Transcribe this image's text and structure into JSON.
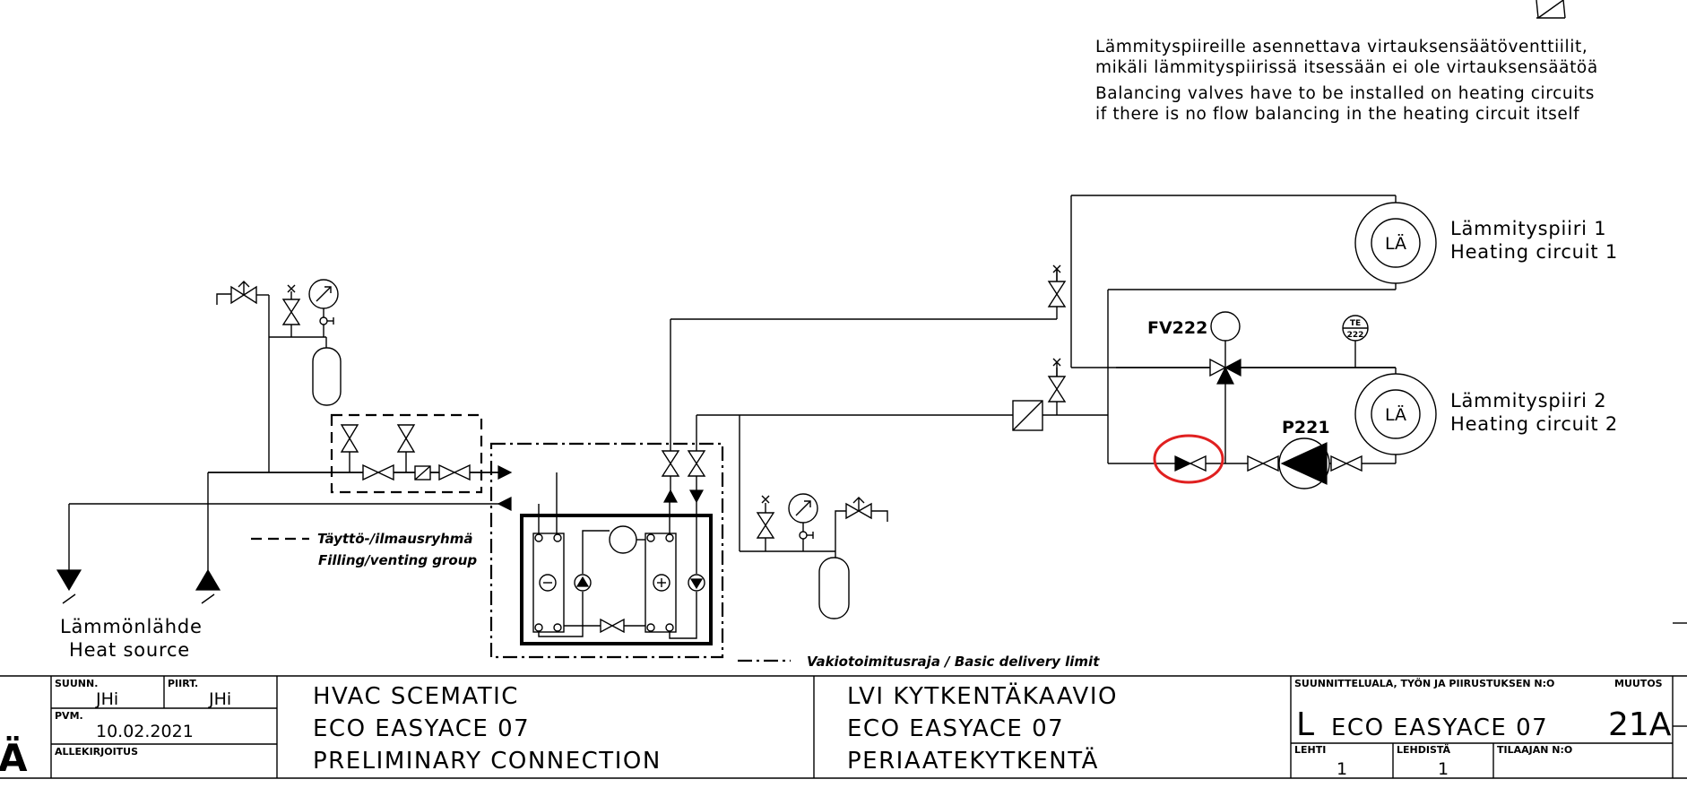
{
  "notes": {
    "fi_line1": "Lämmityspiireille asennettava virtauksensäätöventtiilit,",
    "fi_line2": "mikäli lämmityspiirissä itsessään ei ole virtauksensäätöä",
    "en_line1": "Balancing valves have to be installed on heating circuits",
    "en_line2": "if there is no flow balancing in the heating circuit itself"
  },
  "circuits": {
    "c1_symbol": "LÄ",
    "c1_fi": "Lämmityspiiri 1",
    "c1_en": "Heating circuit 1",
    "c2_symbol": "LÄ",
    "c2_fi": "Lämmityspiiri 2",
    "c2_en": "Heating circuit 2"
  },
  "tags": {
    "fv": "FV222",
    "pump": "P221",
    "te_top": "TE",
    "te_bottom": "222"
  },
  "heat_source": {
    "fi": "Lämmönlähde",
    "en": "Heat source"
  },
  "legend": {
    "filling_fi": "Täyttö-/ilmausryhmä",
    "filling_en": "Filling/venting group",
    "delivery": "Vakiotoimitusraja / Basic delivery limit"
  },
  "title_block": {
    "suunn_label": "SUUNN.",
    "suunn_value": "JHi",
    "piirt_label": "PIIRT.",
    "piirt_value": "JHi",
    "pvm_label": "PVM.",
    "pvm_value": "10.02.2021",
    "allekirjoitus_label": "ALLEKIRJOITUS",
    "en_line1": "HVAC SCEMATIC",
    "en_line2": "ECO EASYACE 07",
    "en_line3": "PRELIMINARY CONNECTION",
    "fi_line1": "LVI KYTKENTÄKAAVIO",
    "fi_line2": "ECO EASYACE 07",
    "fi_line3": "PERIAATEKYTKENTÄ",
    "suunnitteluala_label": "SUUNNITTELUALA, TYÖN JA PIIRUSTUKSEN N:O",
    "muutos_label": "MUUTOS",
    "drawing_prefix": "L",
    "drawing_name": "ECO EASYACE 07",
    "drawing_no": "21A",
    "lehti_label": "LEHTI",
    "lehti_value": "1",
    "lehdista_label": "LEHDISTÄ",
    "lehdista_value": "1",
    "tilaajan_label": "TILAAJAN N:O",
    "logo_fragment": "Ä"
  },
  "annotation": {
    "highlight_color": "#e02020",
    "highlighted_item": "balancing-valve"
  }
}
